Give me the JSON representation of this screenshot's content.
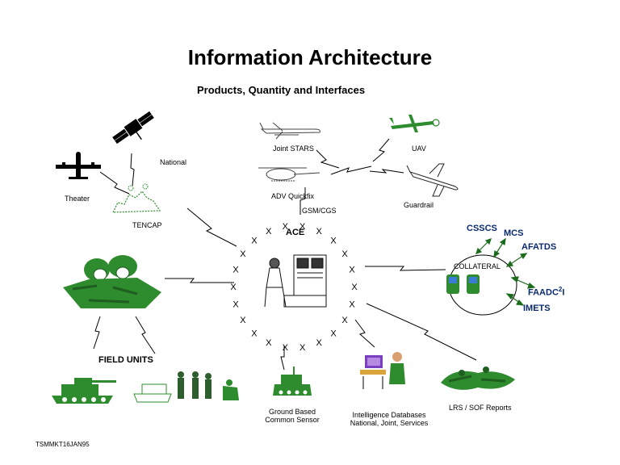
{
  "title": "Information Architecture",
  "subtitle": "Products, Quantity and Interfaces",
  "labels": {
    "national": "National",
    "theater": "Theater",
    "tencap": "TENCAP",
    "joint_stars": "Joint STARS",
    "uav": "UAV",
    "adv_quickfix": "ADV Quickfix",
    "guardrail": "Guardrail",
    "gsm_cgs": "GSM/CGS",
    "ace": "ACE",
    "collateral": "COLLATERAL",
    "field_units": "FIELD UNITS",
    "ground_based_1": "Ground Based",
    "ground_based_2": "Common Sensor",
    "intel_db_1": "Intelligence Databases",
    "intel_db_2": "National, Joint, Services",
    "lrs_sof": "LRS / SOF Reports"
  },
  "collateral_systems": {
    "cssc": "CSSCS",
    "mcs": "MCS",
    "afatds": "AFATDS",
    "faadc": "FAADC",
    "faadc_sup": "2",
    "faadc_suffix": "I",
    "imets": "IMETS"
  },
  "footer": "TSMMKT16JAN95",
  "colors": {
    "equipment_green": "#2e8b2e",
    "dark_green": "#1f5e1f",
    "arrow_green": "#1d6b1d",
    "collateral_text": "#0a2a6e"
  }
}
